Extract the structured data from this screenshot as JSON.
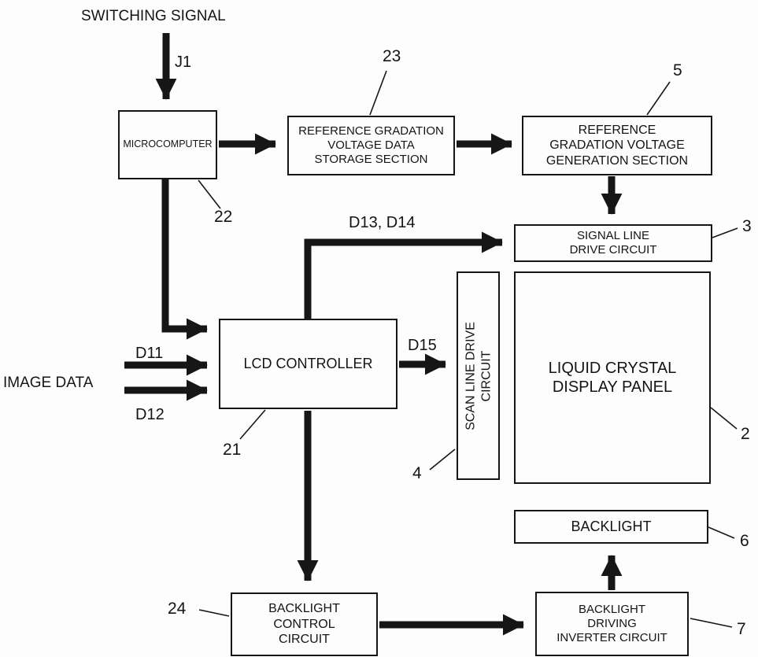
{
  "diagram": {
    "signals": {
      "switching_signal": "SWITCHING SIGNAL",
      "image_data": "IMAGE DATA",
      "j1": "J1",
      "d11": "D11",
      "d12": "D12",
      "d13_d14": "D13, D14",
      "d15": "D15"
    },
    "boxes": {
      "microcomputer": {
        "lines": [
          "MICROCOMPUTER"
        ],
        "ref": "22"
      },
      "reference_gradation_storage": {
        "lines": [
          "REFERENCE GRADATION",
          "VOLTAGE DATA",
          "STORAGE SECTION"
        ],
        "ref": "23"
      },
      "reference_gradation_generation": {
        "lines": [
          "REFERENCE",
          "GRADATION VOLTAGE",
          "GENERATION SECTION"
        ],
        "ref": "5"
      },
      "signal_line_drive": {
        "lines": [
          "SIGNAL LINE",
          "DRIVE CIRCUIT"
        ],
        "ref": "3"
      },
      "lcd_controller": {
        "lines": [
          "LCD CONTROLLER"
        ],
        "ref": "21"
      },
      "scan_line_drive": {
        "lines": [
          "SCAN LINE DRIVE",
          "CIRCUIT"
        ],
        "ref": "4"
      },
      "lcd_panel": {
        "lines": [
          "LIQUID CRYSTAL",
          "DISPLAY PANEL"
        ],
        "ref": "2"
      },
      "backlight": {
        "lines": [
          "BACKLIGHT"
        ],
        "ref": "6"
      },
      "backlight_control": {
        "lines": [
          "BACKLIGHT",
          "CONTROL",
          "CIRCUIT"
        ],
        "ref": "24"
      },
      "backlight_inverter": {
        "lines": [
          "BACKLIGHT",
          "DRIVING",
          "INVERTER CIRCUIT"
        ],
        "ref": "7"
      }
    },
    "colors": {
      "line": "#161616",
      "background": "#fdfdfd",
      "box_fill": "#fdfdfd"
    }
  }
}
